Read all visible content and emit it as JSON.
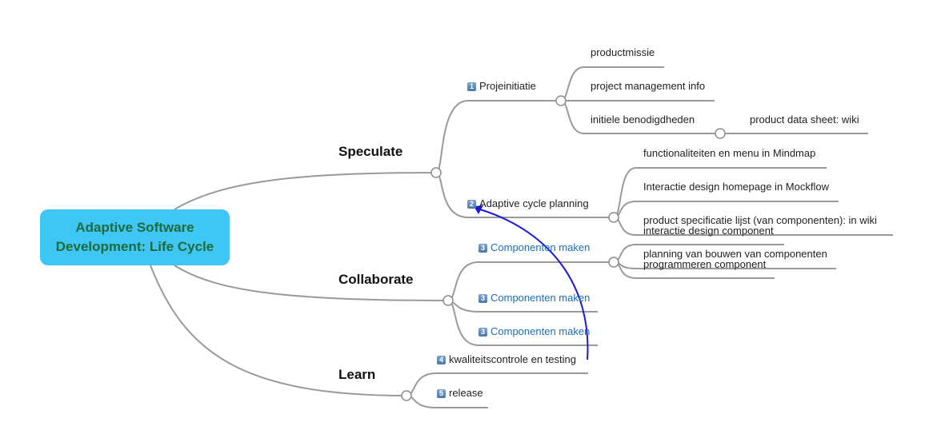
{
  "root": {
    "line1": "Adaptive Software",
    "line2": "Development: Life Cycle"
  },
  "branches": {
    "speculate": {
      "label": "Speculate",
      "children": {
        "projeinitiatie": {
          "badge": "1",
          "label": "Projeinitiatie",
          "children": [
            "productmissie",
            "project management info",
            "initiele benodigdheden"
          ],
          "sub": "product data sheet: wiki"
        },
        "adaptive_cycle": {
          "badge": "2",
          "label": "Adaptive cycle planning",
          "children": [
            "functionaliteiten en menu in Mindmap",
            "Interactie design homepage in Mockflow",
            "product specificatie lijst (van componenten):  in wiki"
          ]
        }
      }
    },
    "collaborate": {
      "label": "Collaborate",
      "children": {
        "componenten": {
          "badge": "3",
          "label": "Componenten maken",
          "children": [
            "interactie design component",
            "planning van bouwen van componenten",
            "programmeren component"
          ]
        },
        "componenten_2": {
          "badge": "3",
          "label": "Componenten maken"
        },
        "componenten_3": {
          "badge": "3",
          "label": "Componenten maken"
        }
      }
    },
    "learn": {
      "label": "Learn",
      "children": {
        "testing": {
          "badge": "4",
          "label": "kwaliteitscontrole en testing"
        },
        "release": {
          "badge": "5",
          "label": "release"
        }
      }
    }
  },
  "colors": {
    "root_fill": "#3ec6f4",
    "root_text": "#1f6b3b",
    "link_text": "#1a6fb5",
    "relation_arrow": "#1a1adb",
    "connector": "#9a9a9a"
  }
}
